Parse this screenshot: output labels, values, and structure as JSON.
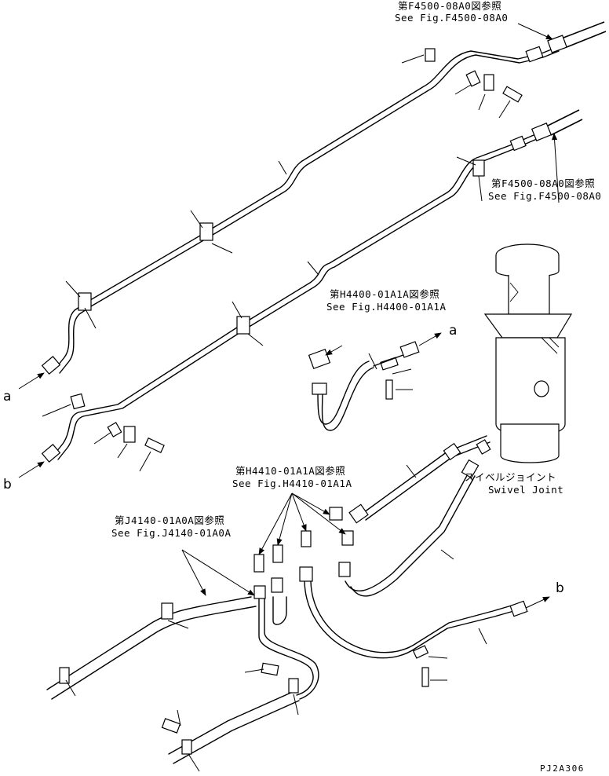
{
  "references": {
    "f4500_top": {
      "jp": "第F4500-08A0図参照",
      "en": "See Fig.F4500-08A0"
    },
    "f4500_mid": {
      "jp": "第F4500-08A0図参照",
      "en": "See Fig.F4500-08A0"
    },
    "h4400": {
      "jp": "第H4400-01A1A図参照",
      "en": "See Fig.H4400-01A1A"
    },
    "h4410": {
      "jp": "第H4410-01A1A図参照",
      "en": "See Fig.H4410-01A1A"
    },
    "j4140": {
      "jp": "第J4140-01A0A図参照",
      "en": "See Fig.J4140-01A0A"
    }
  },
  "swivel_joint": {
    "jp": "スイベルジョイント",
    "en": "Swivel Joint"
  },
  "connection_marks": {
    "a": "a",
    "b": "b"
  },
  "drawing_code": "PJ2A306"
}
